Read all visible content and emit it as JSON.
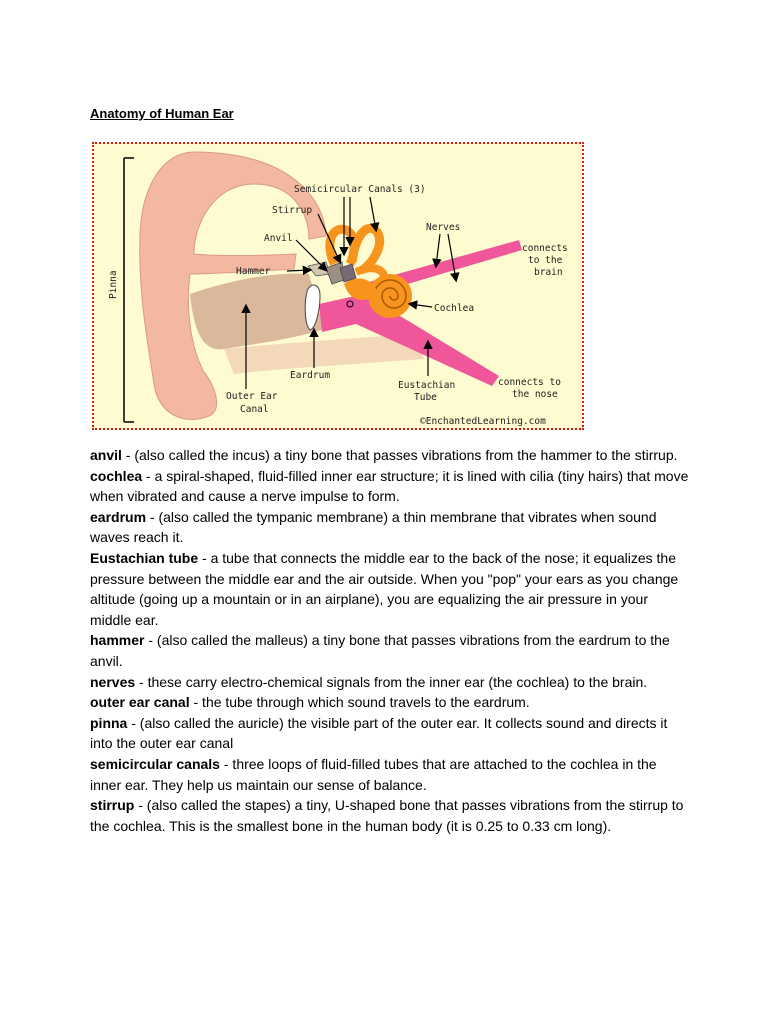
{
  "title": "Anatomy of Human Ear",
  "diagram": {
    "labels": {
      "pinna": "Pinna",
      "semicircular": "Semicircular Canals (3)",
      "stirrup": "Stirrup",
      "anvil": "Anvil",
      "hammer": "Hammer",
      "nerves": "Nerves",
      "connects_brain_1": "connects",
      "connects_brain_2": "to the",
      "connects_brain_3": "brain",
      "cochlea": "Cochlea",
      "eardrum": "Eardrum",
      "outer_1": "Outer Ear",
      "outer_2": "Canal",
      "eust_1": "Eustachian",
      "eust_2": "Tube",
      "connects_nose_1": "connects to",
      "connects_nose_2": "the nose",
      "credit": "©EnchantedLearning.com"
    },
    "colors": {
      "background": "#fffbd0",
      "border": "#d11a1a",
      "skin": "#f4b8a0",
      "canal": "#d9b89c",
      "pink": "#f0569a",
      "orange": "#f7941d"
    }
  },
  "definitions": [
    {
      "term": "anvil",
      "text": " - (also called the incus) a tiny bone that passes vibrations from the hammer to the stirrup."
    },
    {
      "term": "cochlea",
      "text": " - a spiral-shaped, fluid-filled inner ear structure; it is lined with cilia (tiny hairs) that move when vibrated and cause a nerve impulse to form."
    },
    {
      "term": "eardrum",
      "text": " - (also called the tympanic membrane) a thin membrane that vibrates when sound waves reach it."
    },
    {
      "term": "Eustachian tube",
      "text": " - a tube that connects the middle ear to the back of the nose; it equalizes the pressure between the middle ear and the air outside. When you \"pop\" your ears as you change altitude (going up a mountain or in an airplane), you are equalizing the air pressure in your middle ear."
    },
    {
      "term": "hammer",
      "text": " - (also called the malleus) a tiny bone that passes vibrations from the eardrum to the anvil."
    },
    {
      "term": "nerves",
      "text": " - these carry electro-chemical signals from the inner ear (the cochlea) to the brain."
    },
    {
      "term": "outer ear canal",
      "text": " - the tube through which sound travels to the eardrum."
    },
    {
      "term": "pinna",
      "text": " - (also called the auricle) the visible part of the outer ear. It collects sound and directs it into the outer ear canal"
    },
    {
      "term": "semicircular canals",
      "text": " - three loops of fluid-filled tubes that are attached to the cochlea in the inner ear. They help us maintain our sense of balance."
    },
    {
      "term": "stirrup",
      "text": " - (also called the stapes) a tiny, U-shaped bone that passes vibrations from the stirrup to the cochlea. This is the smallest bone in the human body (it is 0.25 to 0.33 cm long)."
    }
  ]
}
